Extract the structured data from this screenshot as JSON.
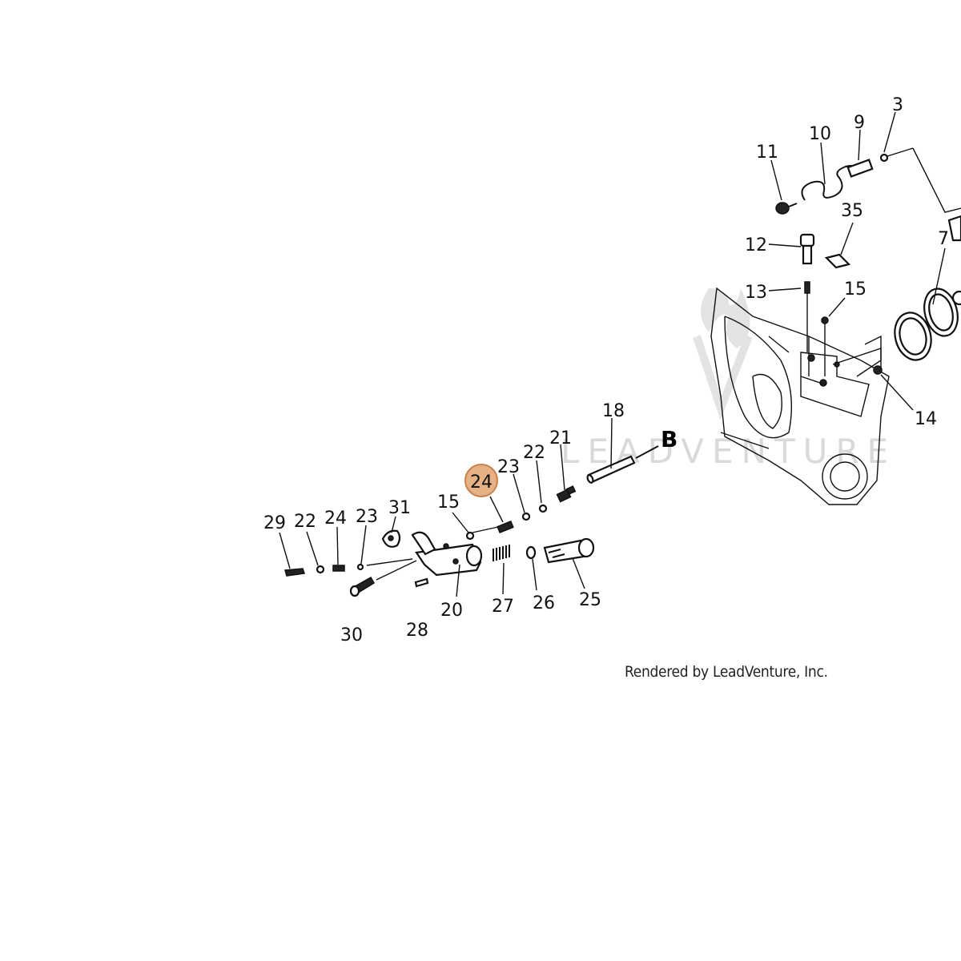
{
  "highlight": {
    "part": "24",
    "color": "#e2a370"
  },
  "watermark": "LEADVENTURE",
  "credit": "Rendered by LeadVenture, Inc.",
  "section_marker": "B",
  "labels": [
    "3",
    "9",
    "10",
    "11",
    "35",
    "12",
    "7",
    "13",
    "15",
    "14",
    "18",
    "21",
    "22",
    "23",
    "24",
    "15",
    "31",
    "23",
    "24",
    "22",
    "29",
    "30",
    "28",
    "20",
    "27",
    "26",
    "25"
  ]
}
